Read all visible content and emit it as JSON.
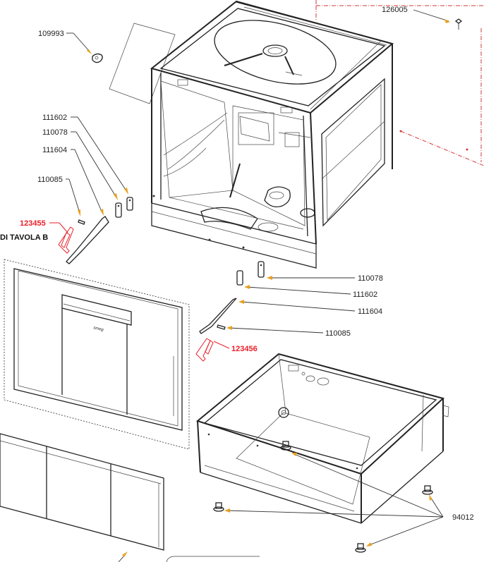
{
  "diagram": {
    "part_labels": {
      "p126005": "126005",
      "p109993": "109993",
      "p111602_a": "111602",
      "p110078_a": "110078",
      "p111604_a": "111604",
      "p110085_a": "110085",
      "p123455": "123455",
      "p110078_b": "110078",
      "p111602_b": "111602",
      "p111604_b": "111604",
      "p110085_b": "110085",
      "p123456": "123456",
      "p94012": "94012"
    },
    "ref_label": "DI TAVOLA B",
    "door_brand": "smeg",
    "colors": {
      "highlight": "#e8202a",
      "arrow": "#e8a020",
      "reference_frame": "#d23a3a",
      "line": "#222222"
    }
  }
}
